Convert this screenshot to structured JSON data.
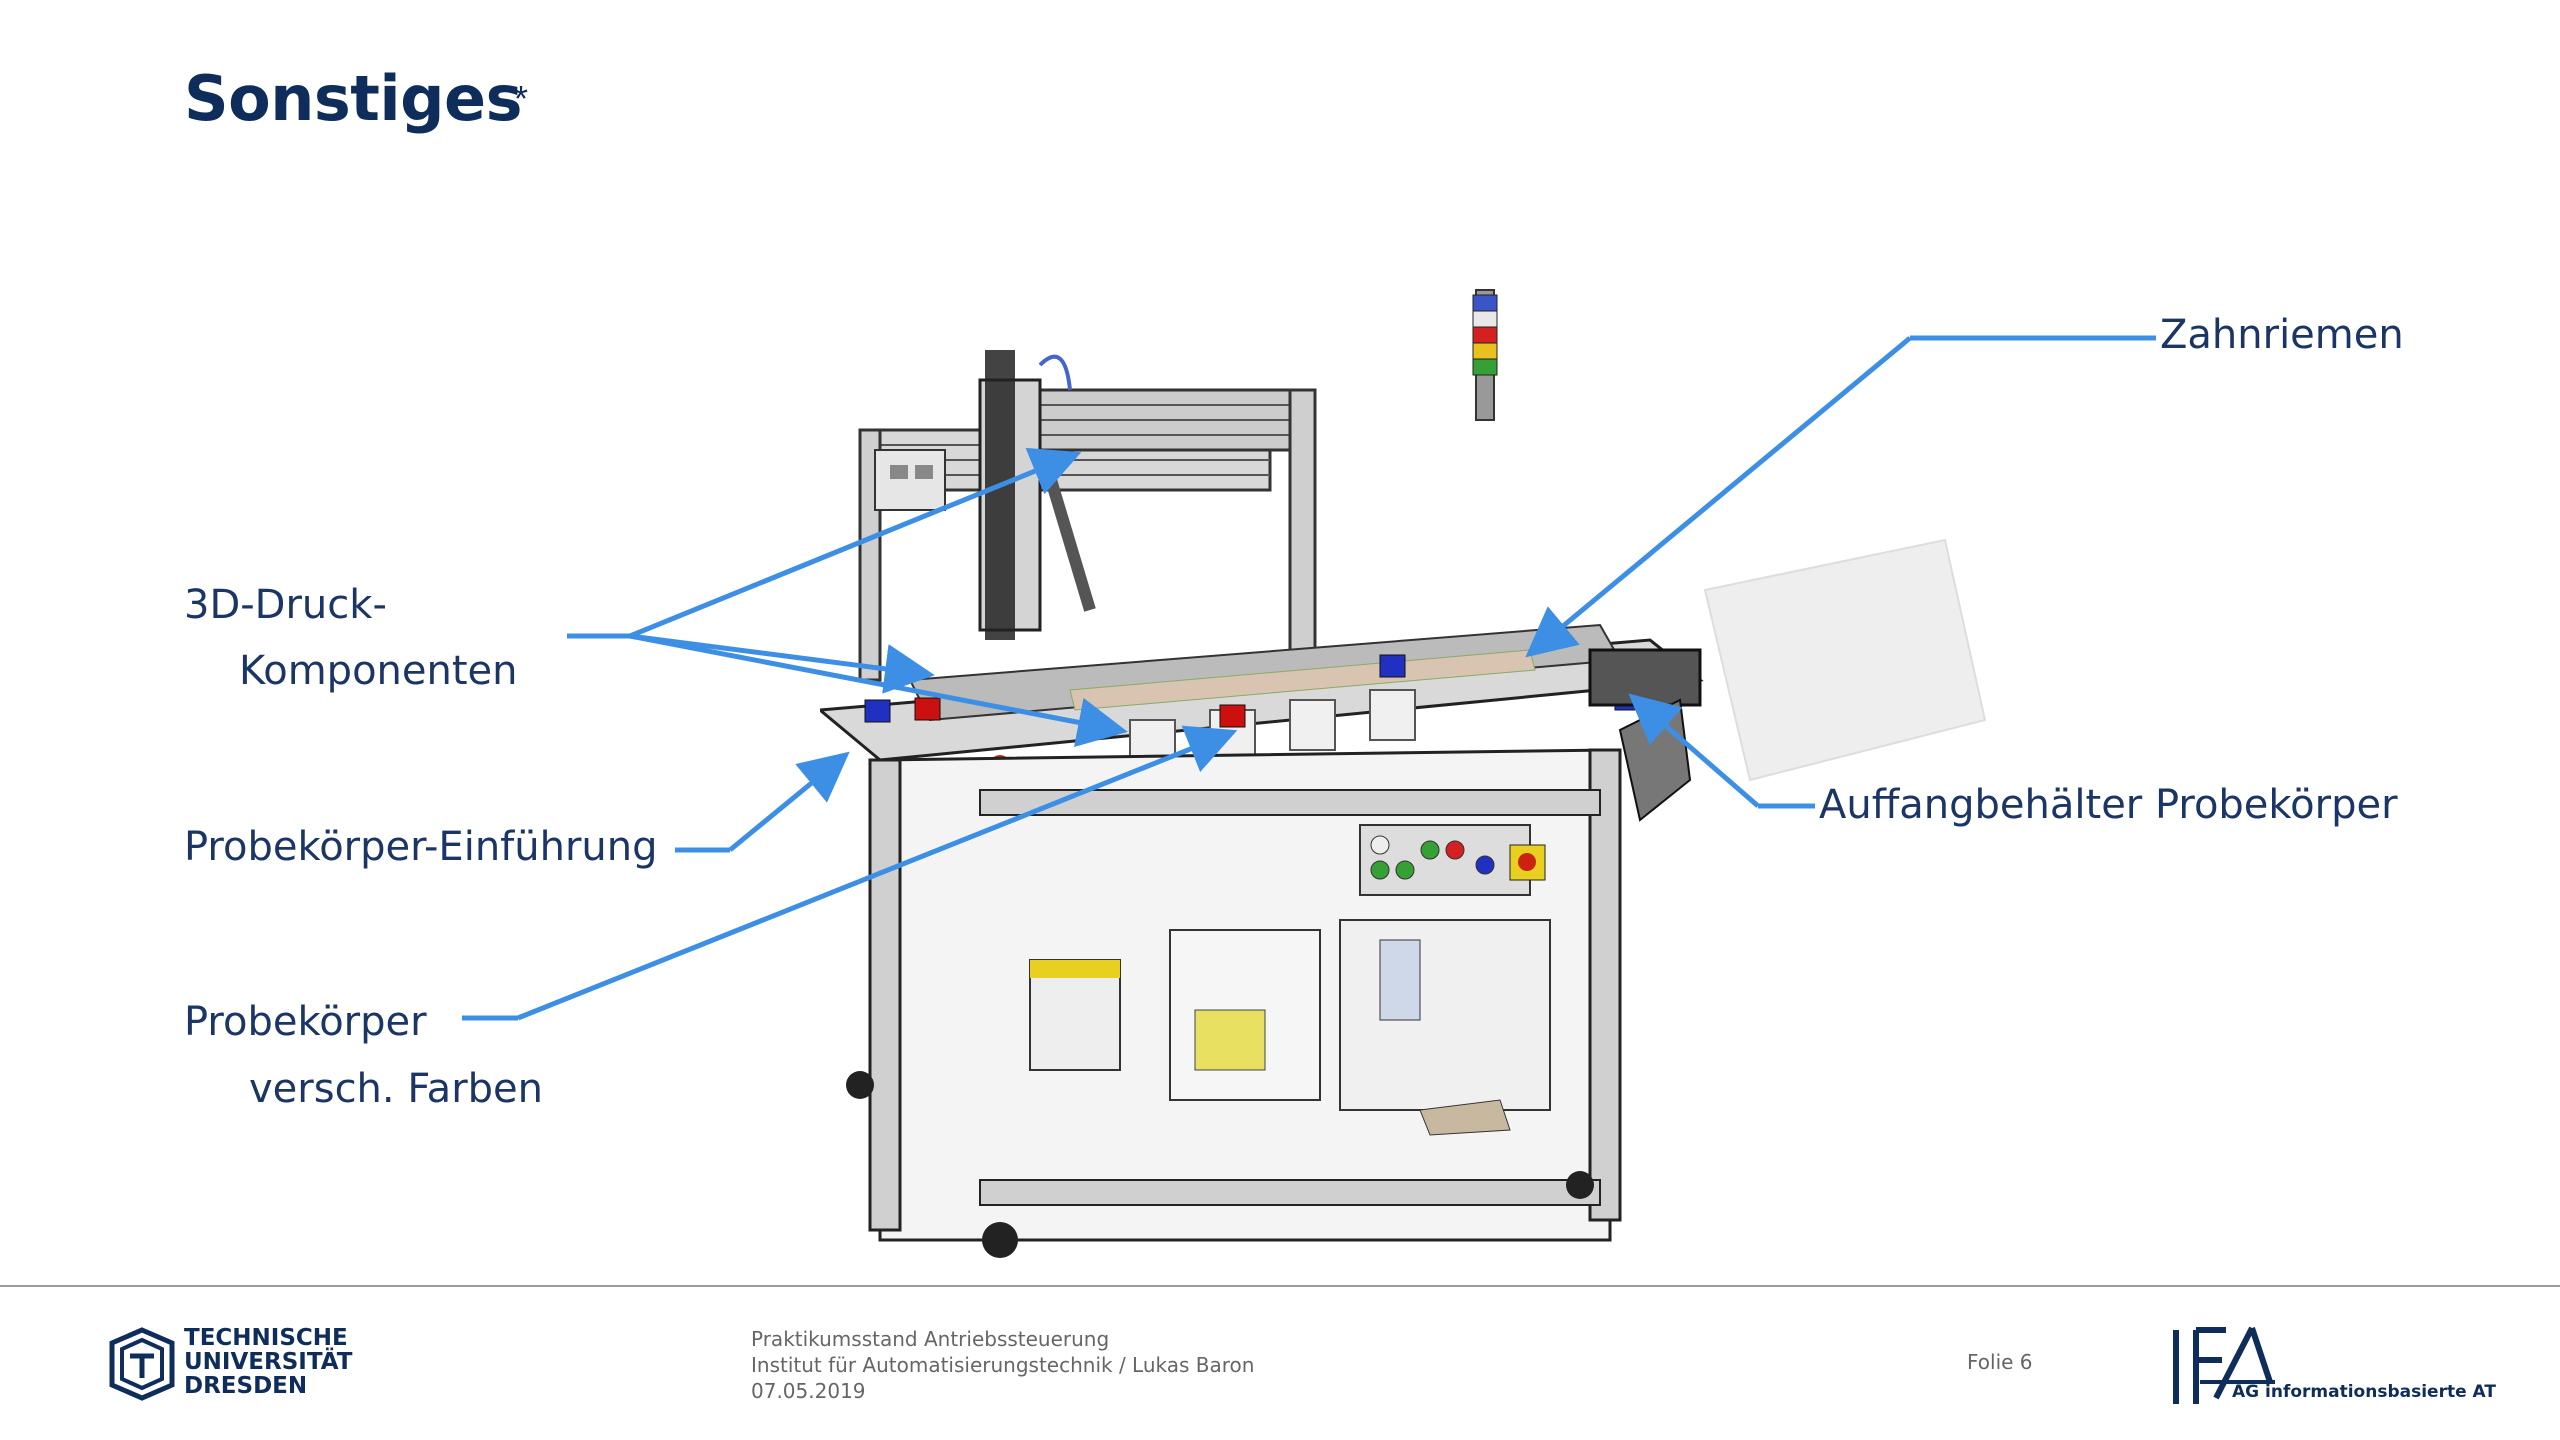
{
  "slide": {
    "title": "Sonstiges",
    "title_mark": "*"
  },
  "labels": {
    "druck_line1": "3D-Druck-",
    "druck_line2": "Komponenten",
    "einfuehrung": "Probekörper-Einführung",
    "farben_line1": "Probekörper",
    "farben_line2": "versch. Farben",
    "zahnriemen": "Zahnriemen",
    "auffang": "Auffangbehälter Probekörper"
  },
  "footer": {
    "university_line1": "TECHNISCHE",
    "university_line2": "UNIVERSITÄT",
    "university_line3": "DRESDEN",
    "info_line1": "Praktikumsstand Antriebssteuerung",
    "info_line2": "Institut für Automatisierungstechnik  / Lukas Baron",
    "info_line3": "07.05.2019",
    "folie": "Folie 6",
    "ifa_subtitle": "AG informationsbasierte AT"
  },
  "colors": {
    "title": "#0f2d5a",
    "label_text": "#1b3566",
    "arrow": "#3d8fe6",
    "signal_lamp": [
      "#3a55c8",
      "#e8e8e8",
      "#d42020",
      "#e8c020",
      "#35a035"
    ]
  }
}
